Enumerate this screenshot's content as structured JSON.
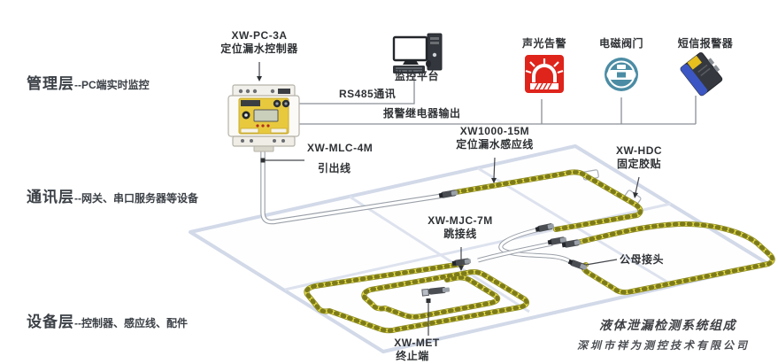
{
  "diagram_title": "液体泄漏检测系统组成",
  "layers": [
    {
      "name": "管理层",
      "desc": "--PC端实时监控"
    },
    {
      "name": "通讯层",
      "desc": "--网关、串口服务器等设备"
    },
    {
      "name": "设备层",
      "desc": "--控制器、感应线、配件"
    }
  ],
  "devices": {
    "controller": {
      "model": "XW-PC-3A",
      "name": "定位漏水控制器"
    },
    "platform": {
      "name": "监控平台"
    },
    "alarm": {
      "name": "声光告警"
    },
    "valve": {
      "name": "电磁阀门"
    },
    "sms": {
      "name": "短信报警器"
    }
  },
  "connections": {
    "rs485": "RS485通讯",
    "relay": "报警继电器输出"
  },
  "components": {
    "lead": {
      "model": "XW-MLC-4M",
      "name": "引出线"
    },
    "sensing": {
      "model": "XW1000-15M",
      "name": "定位漏水感应线"
    },
    "clip": {
      "model": "XW-HDC",
      "name": "固定胶贴"
    },
    "jumper": {
      "model": "XW-MJC-7M",
      "name": "跳接线"
    },
    "connector": {
      "name": "公母接头"
    },
    "terminator": {
      "model": "XW-MET",
      "name": "终止端"
    }
  },
  "footer": {
    "title": "液体泄漏检测系统组成",
    "company": "深圳市祥为测控技术有限公司"
  },
  "colors": {
    "alarm_red": "#df241b",
    "valve_blue": "#4b8ca4",
    "cable_yellow": "#e3da4a",
    "panel_yellow": "#e8c93e",
    "floor_edge": "#d2d9e8",
    "line_gray": "#8a8f96",
    "text_dark": "#2f3235"
  }
}
